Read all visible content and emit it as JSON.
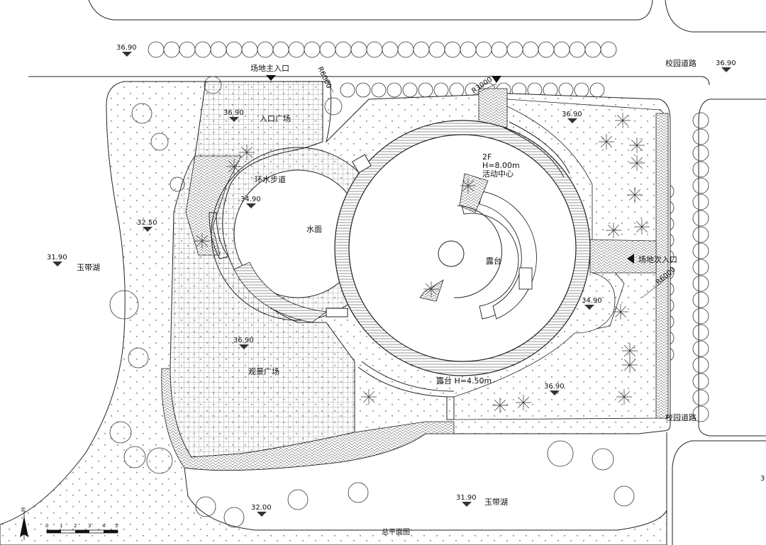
{
  "title": "总平面图",
  "labels": {
    "main_entrance": "场地主入口",
    "secondary_entrance": "场地次入口",
    "entrance_plaza": "入口广场",
    "water_walk": "环水步道",
    "water": "水面",
    "activity_floor": "2F",
    "activity_height": "H=8.00m",
    "activity_center": "活动中心",
    "stage": "露台",
    "terrace_bottom": "露台 H=4.50m",
    "view_plaza": "观景广场",
    "lake_west": "玉带湖",
    "lake_south": "玉带湖",
    "campus_road_ne": "校园道路",
    "campus_road_e": "校园道路",
    "radius_r6000_top": "R6000",
    "radius_r3000": "R3000",
    "radius_r6000_right": "R6000",
    "edge_mark": "3"
  },
  "elevations": {
    "e1": "36.90",
    "e2": "36.90",
    "e3": "36.90",
    "e4": "36.90",
    "e5": "36.90",
    "e6": "36.90",
    "e7": "34.90",
    "e8": "34.90",
    "e9": "32.50",
    "e10": "31.90",
    "e11": "31.90",
    "e12": "32.00"
  },
  "north_arrow": {
    "label": "北"
  },
  "scale_bar": {
    "ticks": [
      "0",
      "1",
      "2",
      "3",
      "4",
      "5"
    ]
  }
}
